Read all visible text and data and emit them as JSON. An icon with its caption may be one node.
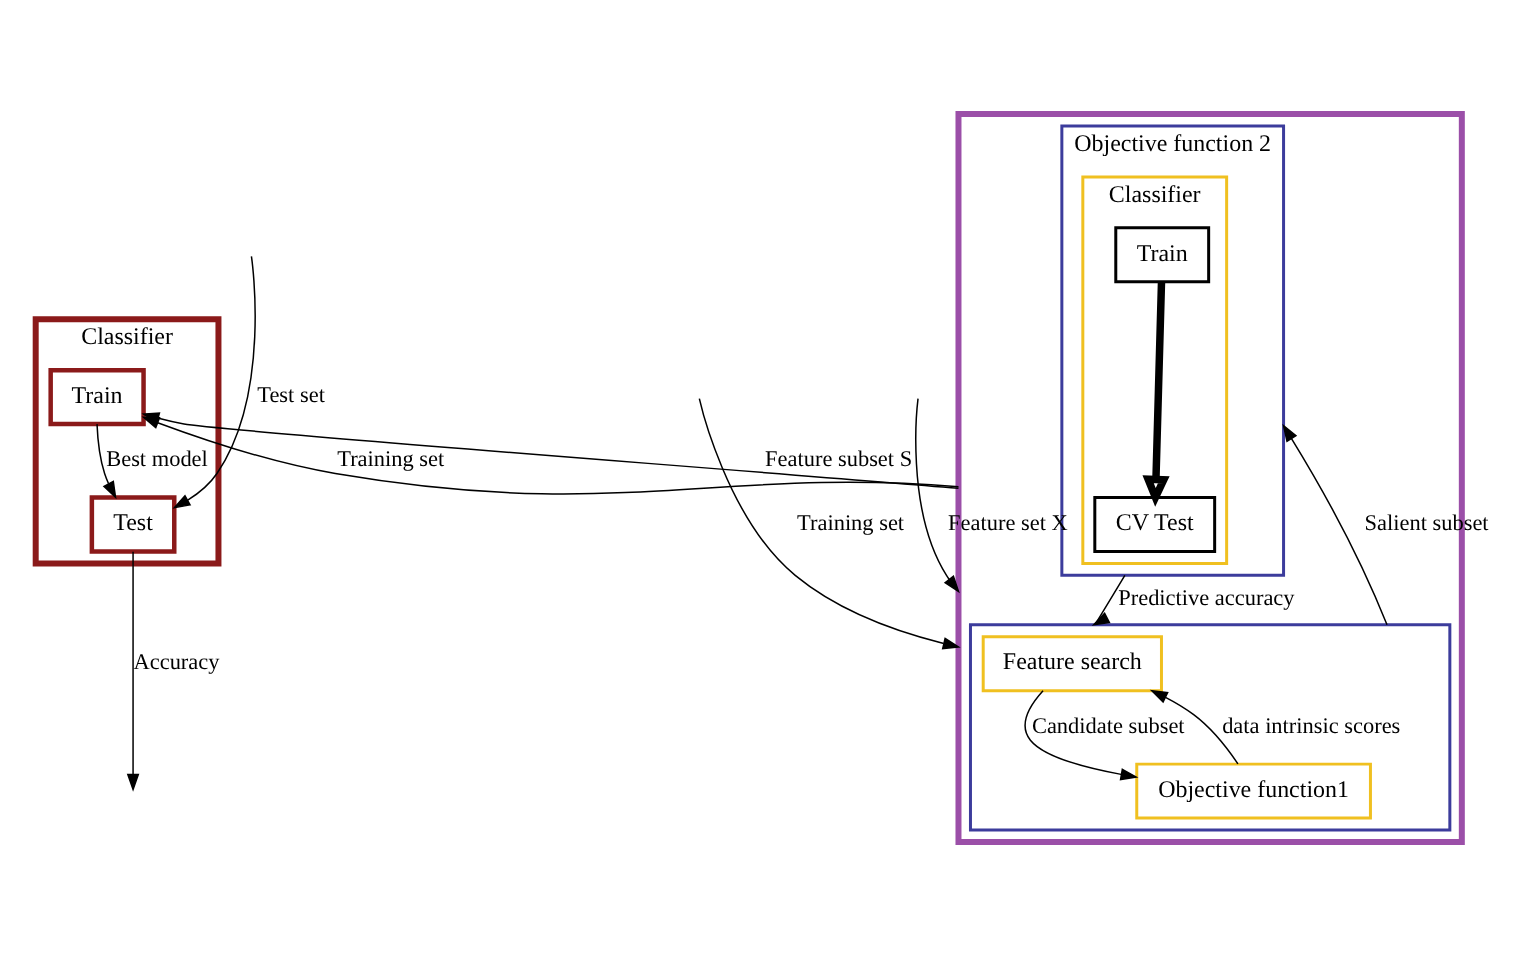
{
  "diagram": {
    "nodes": [
      {
        "text": [],
        "shape": "box"
      },
      {
        "text": [],
        "shape": "box",
        "in": 0
      },
      {
        "text": [
          "Feature search"
        ],
        "in": 1
      },
      {
        "text": [
          "Objective function1"
        ],
        "in": 1
      },
      {
        "text": [
          "Objective function 2"
        ],
        "in": 0
      },
      {
        "text": [
          "Classifier"
        ],
        "in": 4
      },
      {
        "text": [
          "Train"
        ],
        "in": 5
      },
      {
        "text": [
          "CV Test"
        ],
        "in": 5
      },
      {
        "text": [
          "Classifier"
        ]
      },
      {
        "text": [
          "Train"
        ],
        "in": 8
      },
      {
        "text": [
          "Test"
        ],
        "in": 8
      }
    ],
    "edges": [
      {
        "from": null,
        "to": 0,
        "arrow": "to",
        "label": "Training set"
      },
      {
        "from": null,
        "to": 0,
        "arrow": "to",
        "label": "Feature set X"
      },
      {
        "from": 2,
        "to": 3,
        "arrow": "to",
        "label": "Candidate subset"
      },
      {
        "from": 3,
        "to": 2,
        "arrow": "to",
        "label": "data intrinsic scores"
      },
      {
        "from": 1,
        "to": 4,
        "arrow": "to",
        "label": "Salient subset"
      },
      {
        "from": 4,
        "to": 1,
        "arrow": "to",
        "label": "Predictive accuracy"
      },
      {
        "from": 6,
        "to": 7,
        "arrow": "to",
        "style": "thick"
      },
      {
        "from": 0,
        "to": 9,
        "arrow": "to",
        "label": "Training set"
      },
      {
        "from": 0,
        "to": 9,
        "arrow": "to",
        "label": "Feature subset S"
      },
      {
        "from": 9,
        "to": 10,
        "arrow": "to",
        "label": "Best model"
      },
      {
        "from": null,
        "to": 10,
        "arrow": "to",
        "label": "Test set"
      },
      {
        "from": 10,
        "to": null,
        "arrow": "to",
        "label": "Accuracy"
      }
    ]
  }
}
